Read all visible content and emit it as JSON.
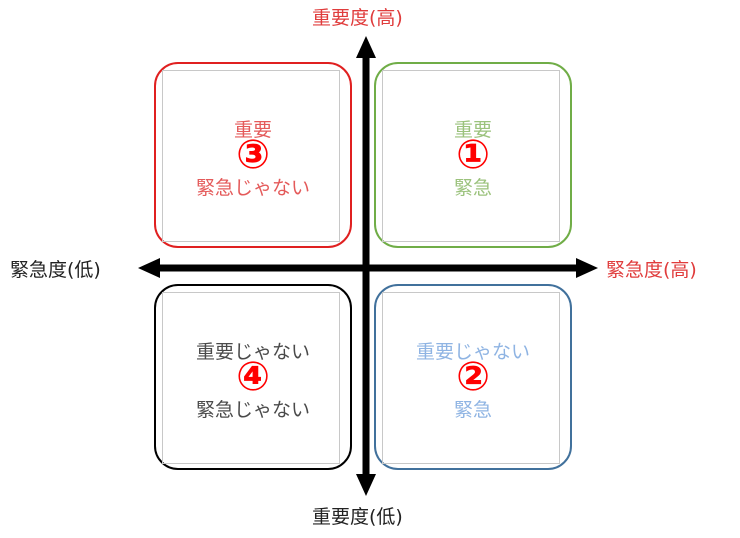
{
  "colors": {
    "axis": "#000000",
    "axis_label_red": "#e03c3c",
    "axis_label_dark": "#222222",
    "q1": "#70ad47",
    "q1_text": "#9bc27c",
    "q2": "#41719c",
    "q2_text": "#8fb4e3",
    "q3": "#e02020",
    "q3_text": "#e45a5a",
    "q4": "#000000",
    "q4_text": "#4a4a4a",
    "marker": "#ff0000"
  },
  "axes": {
    "top": "重要度(高)",
    "bottom": "重要度(低)",
    "left": "緊急度(低)",
    "right": "緊急度(高)"
  },
  "quadrants": {
    "q1": {
      "marker": "①",
      "line1": "重要",
      "line2": "緊急"
    },
    "q2": {
      "marker": "②",
      "line1": "重要じゃない",
      "line2": "緊急"
    },
    "q3": {
      "marker": "③",
      "line1": "重要",
      "line2": "緊急じゃない"
    },
    "q4": {
      "marker": "④",
      "line1": "重要じゃない",
      "line2": "緊急じゃない"
    }
  }
}
